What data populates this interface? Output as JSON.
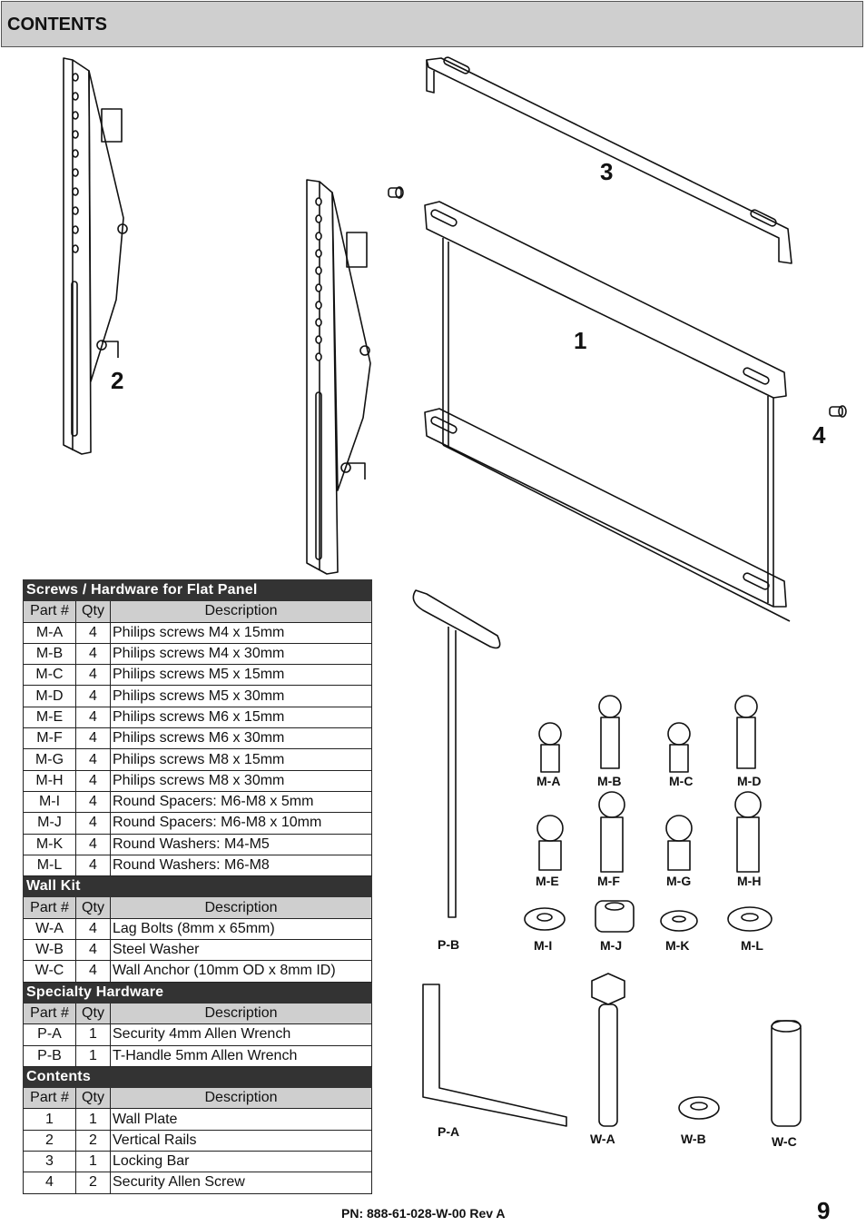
{
  "header": {
    "title": "CONTENTS"
  },
  "drawing_labels": {
    "part_1": "1",
    "part_2": "2",
    "part_3": "3",
    "part_4": "4",
    "ma": "M-A",
    "mb": "M-B",
    "mc": "M-C",
    "md": "M-D",
    "me": "M-E",
    "mf": "M-F",
    "mg": "M-G",
    "mh": "M-H",
    "mi": "M-I",
    "mj": "M-J",
    "mk": "M-K",
    "ml": "M-L",
    "pa": "P-A",
    "pb": "P-B",
    "wa": "W-A",
    "wb": "W-B",
    "wc": "W-C"
  },
  "columns": {
    "part": "Part #",
    "qty": "Qty",
    "desc": "Description"
  },
  "sections": [
    {
      "title": "Screws / Hardware for Flat Panel",
      "rows": [
        {
          "part": "M-A",
          "qty": "4",
          "desc": "Philips screws M4 x 15mm"
        },
        {
          "part": "M-B",
          "qty": "4",
          "desc": "Philips screws M4 x 30mm"
        },
        {
          "part": "M-C",
          "qty": "4",
          "desc": "Philips screws M5 x 15mm"
        },
        {
          "part": "M-D",
          "qty": "4",
          "desc": "Philips screws M5 x 30mm"
        },
        {
          "part": "M-E",
          "qty": "4",
          "desc": "Philips screws M6 x 15mm"
        },
        {
          "part": "M-F",
          "qty": "4",
          "desc": "Philips screws M6 x 30mm"
        },
        {
          "part": "M-G",
          "qty": "4",
          "desc": "Philips screws M8 x 15mm"
        },
        {
          "part": "M-H",
          "qty": "4",
          "desc": "Philips screws M8 x 30mm"
        },
        {
          "part": "M-I",
          "qty": "4",
          "desc": "Round Spacers:  M6-M8 x 5mm"
        },
        {
          "part": "M-J",
          "qty": "4",
          "desc": "Round Spacers:  M6-M8 x 10mm"
        },
        {
          "part": "M-K",
          "qty": "4",
          "desc": "Round Washers: M4-M5"
        },
        {
          "part": "M-L",
          "qty": "4",
          "desc": "Round Washers: M6-M8"
        }
      ]
    },
    {
      "title": "Wall Kit",
      "rows": [
        {
          "part": "W-A",
          "qty": "4",
          "desc": "Lag Bolts (8mm x 65mm)"
        },
        {
          "part": "W-B",
          "qty": "4",
          "desc": "Steel Washer"
        },
        {
          "part": "W-C",
          "qty": "4",
          "desc": "Wall Anchor (10mm OD x 8mm ID)"
        }
      ]
    },
    {
      "title": "Specialty Hardware",
      "rows": [
        {
          "part": "P-A",
          "qty": "1",
          "desc": "Security 4mm Allen Wrench"
        },
        {
          "part": "P-B",
          "qty": "1",
          "desc": "T-Handle 5mm Allen Wrench"
        }
      ]
    },
    {
      "title": "Contents",
      "rows": [
        {
          "part": "1",
          "qty": "1",
          "desc": "Wall Plate"
        },
        {
          "part": "2",
          "qty": "2",
          "desc": "Vertical Rails"
        },
        {
          "part": "3",
          "qty": "1",
          "desc": "Locking Bar"
        },
        {
          "part": "4",
          "qty": "2",
          "desc": "Security Allen Screw"
        }
      ]
    }
  ],
  "footer": {
    "pn": "PN: 888-61-028-W-00 Rev A",
    "page": "9"
  }
}
